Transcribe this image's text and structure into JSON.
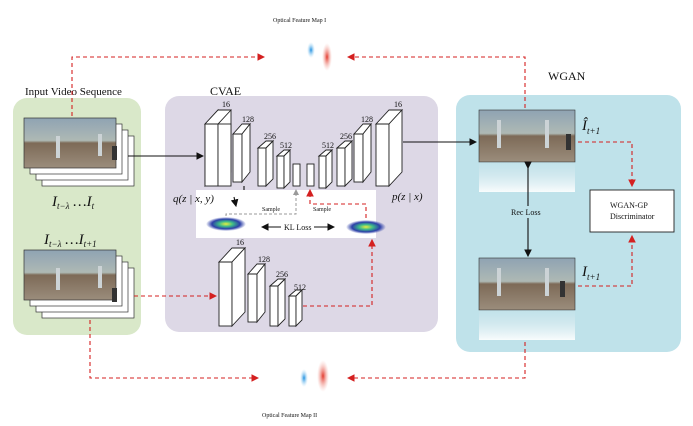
{
  "titles": {
    "input_sequence": "Input Video Sequence",
    "cvae": "CVAE",
    "wgan": "WGAN",
    "optical_map_1": "Optical Feature Map I",
    "optical_map_2": "Optical Feature Map II"
  },
  "input_labels": {
    "seq_top": "I",
    "seq_top_sub1": "t−λ",
    "seq_top_dots": " …I",
    "seq_top_sub2": "t",
    "seq_bottom": "I",
    "seq_bottom_sub1": "t−λ",
    "seq_bottom_dots": " …I",
    "seq_bottom_sub2": "t+1"
  },
  "encoder_top": {
    "channels": [
      "16",
      "128",
      "256",
      "512"
    ]
  },
  "decoder": {
    "channels": [
      "512",
      "256",
      "128",
      "16"
    ]
  },
  "encoder_bottom": {
    "channels": [
      "16",
      "128",
      "256",
      "512"
    ]
  },
  "dist_labels": {
    "q_label": "q(z | x, y)",
    "p_label": "p(z | x)",
    "kl_loss": "KL Loss",
    "sample_gray": "Sample",
    "sample_red": "Sample"
  },
  "wgan": {
    "pred_label": "Î",
    "pred_sub": "t+1",
    "real_label": "I",
    "real_sub": "t+1",
    "rec_loss": "Rec Loss",
    "discriminator_line1": "WGAN-GP",
    "discriminator_line2": "Discriminator"
  },
  "colors": {
    "input_panel": "#d9e8c9",
    "cvae_panel": "#ddd8e6",
    "wgan_panel": "#bfe2ea",
    "arrow_red": "#d42020",
    "rec_loss_text": "#1f6fb0"
  }
}
